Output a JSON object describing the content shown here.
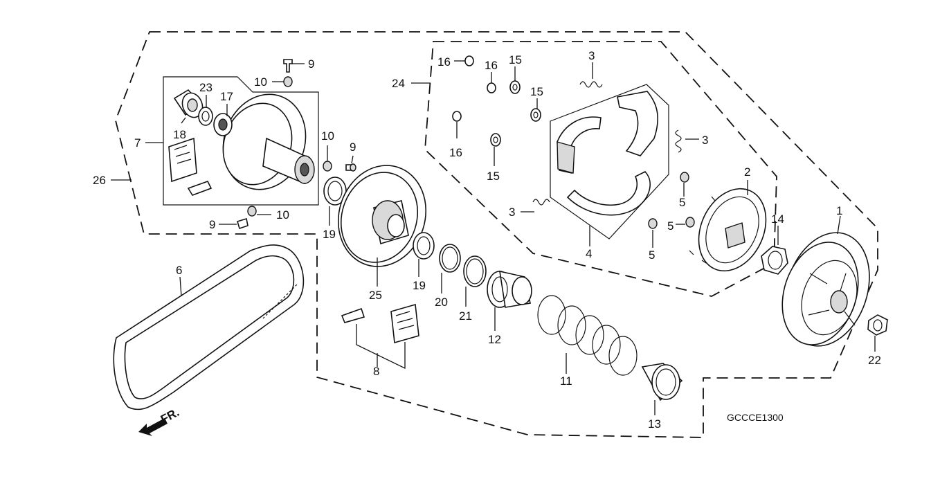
{
  "diagram": {
    "code": "GCCCE1300",
    "direction_label": "FR.",
    "callouts": [
      {
        "id": "c1",
        "label": "1"
      },
      {
        "id": "c2",
        "label": "2"
      },
      {
        "id": "c3a",
        "label": "3"
      },
      {
        "id": "c3b",
        "label": "3"
      },
      {
        "id": "c3c",
        "label": "3"
      },
      {
        "id": "c4",
        "label": "4"
      },
      {
        "id": "c5a",
        "label": "5"
      },
      {
        "id": "c5b",
        "label": "5"
      },
      {
        "id": "c5c",
        "label": "5"
      },
      {
        "id": "c6",
        "label": "6"
      },
      {
        "id": "c7",
        "label": "7"
      },
      {
        "id": "c8",
        "label": "8"
      },
      {
        "id": "c9a",
        "label": "9"
      },
      {
        "id": "c9b",
        "label": "9"
      },
      {
        "id": "c9c",
        "label": "9"
      },
      {
        "id": "c10a",
        "label": "10"
      },
      {
        "id": "c10b",
        "label": "10"
      },
      {
        "id": "c10c",
        "label": "10"
      },
      {
        "id": "c11",
        "label": "11"
      },
      {
        "id": "c12",
        "label": "12"
      },
      {
        "id": "c13",
        "label": "13"
      },
      {
        "id": "c14",
        "label": "14"
      },
      {
        "id": "c15a",
        "label": "15"
      },
      {
        "id": "c15b",
        "label": "15"
      },
      {
        "id": "c15c",
        "label": "15"
      },
      {
        "id": "c16a",
        "label": "16"
      },
      {
        "id": "c16b",
        "label": "16"
      },
      {
        "id": "c16c",
        "label": "16"
      },
      {
        "id": "c17",
        "label": "17"
      },
      {
        "id": "c18",
        "label": "18"
      },
      {
        "id": "c19a",
        "label": "19"
      },
      {
        "id": "c19b",
        "label": "19"
      },
      {
        "id": "c20",
        "label": "20"
      },
      {
        "id": "c21",
        "label": "21"
      },
      {
        "id": "c22",
        "label": "22"
      },
      {
        "id": "c23",
        "label": "23"
      },
      {
        "id": "c24",
        "label": "24"
      },
      {
        "id": "c25",
        "label": "25"
      },
      {
        "id": "c26",
        "label": "26"
      }
    ]
  }
}
